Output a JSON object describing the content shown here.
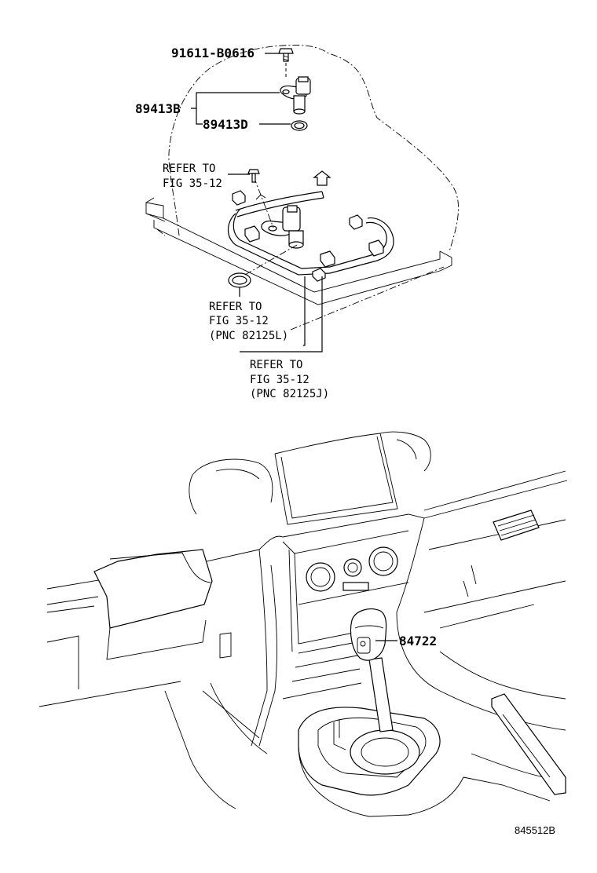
{
  "labels": {
    "bolt": "91611-B0616",
    "sensor": "89413B",
    "oring": "89413D",
    "ref1_line1": "REFER TO",
    "ref1_line2": "FIG 35-12",
    "ref2_line1": "REFER TO",
    "ref2_line2": "FIG 35-12",
    "ref2_line3": "(PNC 82125L)",
    "ref3_line1": "REFER TO",
    "ref3_line2": "FIG 35-12",
    "ref3_line3": "(PNC 82125J)",
    "shift_lever": "84722",
    "figure_code": "845512B"
  }
}
